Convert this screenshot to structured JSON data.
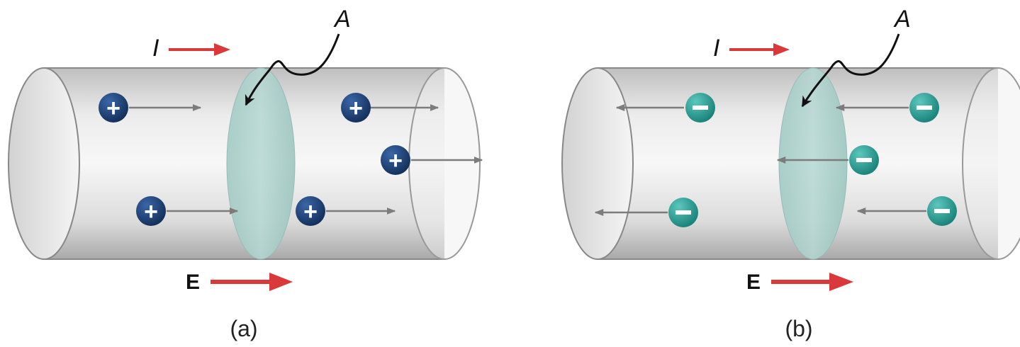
{
  "colors": {
    "positive_charge": "#1b3f75",
    "negative_charge": "#1f9a90",
    "current_arrow": "#d9393a",
    "field_arrow": "#d9393a",
    "velocity_arrow": "#7c7c7c",
    "cross_section": "#a7cfc9"
  },
  "panels": [
    {
      "id": "a",
      "caption": "(a)",
      "area_label": "A",
      "current_label": "I",
      "field_label": "E",
      "charge_sign": "+",
      "charge_type": "positive",
      "drift_direction": "right",
      "charge_count": 5
    },
    {
      "id": "b",
      "caption": "(b)",
      "area_label": "A",
      "current_label": "I",
      "field_label": "E",
      "charge_sign": "−",
      "charge_type": "negative",
      "drift_direction": "left",
      "charge_count": 5
    }
  ]
}
